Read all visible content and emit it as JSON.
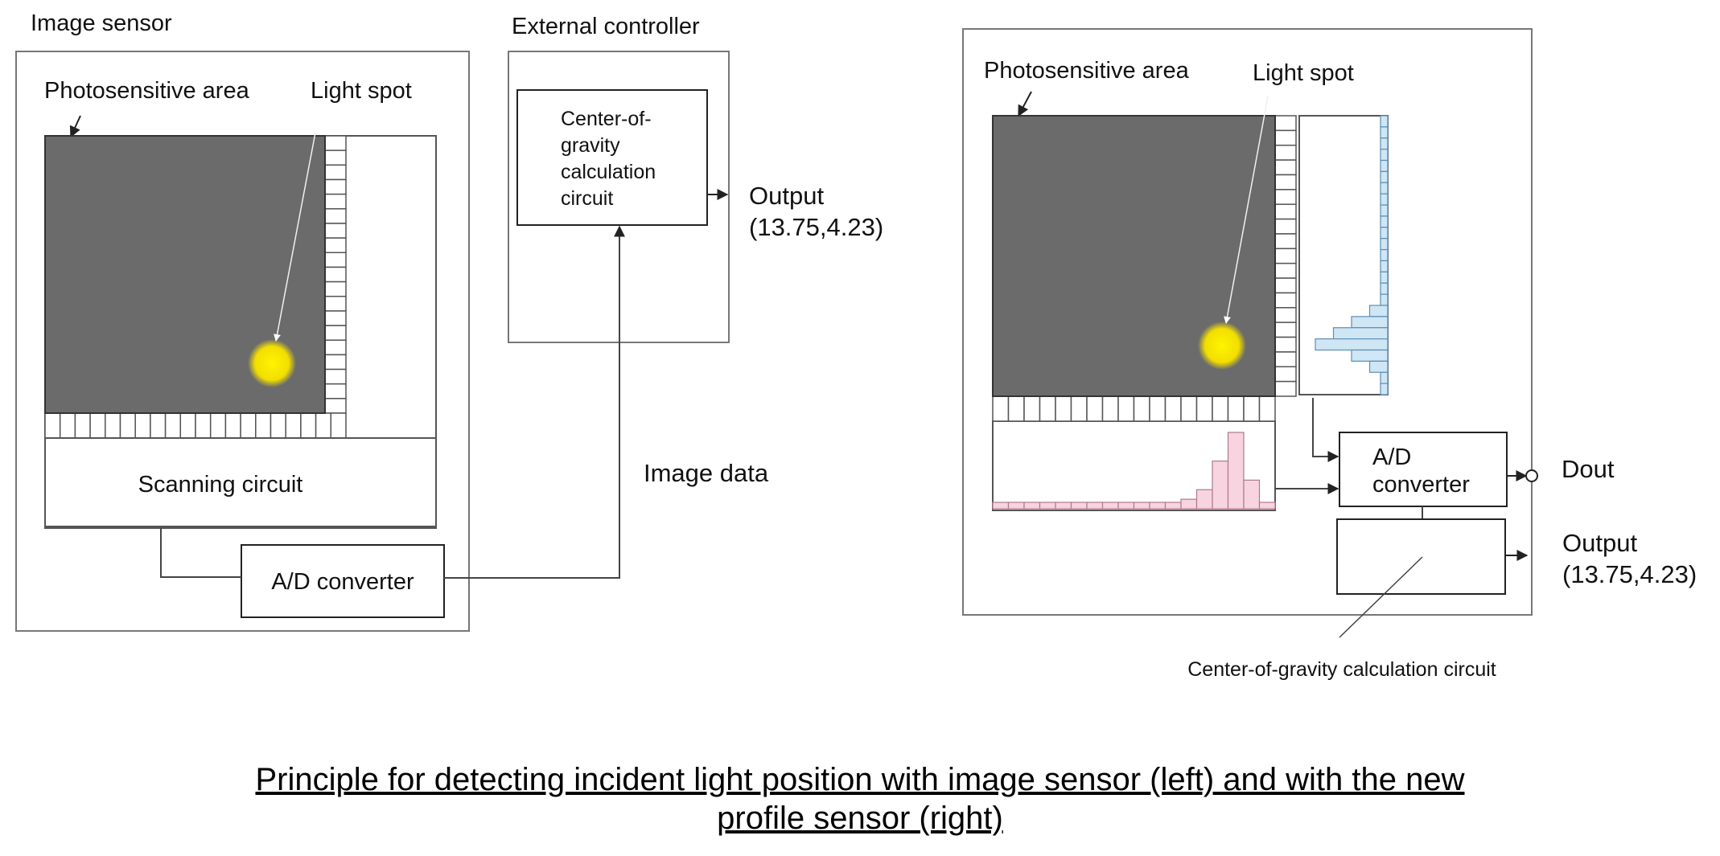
{
  "left": {
    "image_sensor_label": "Image sensor",
    "photosensitive_label": "Photosensitive area",
    "light_spot_label": "Light spot",
    "scanning_circuit_label": "Scanning circuit",
    "ad_converter_label": "A/D converter",
    "external_controller_label": "External controller",
    "cog_circuit_lines": [
      "Center-of-",
      "gravity",
      "calculation",
      "circuit"
    ],
    "output_label": "Output",
    "output_value": "(13.75,4.23)",
    "image_data_label": "Image data"
  },
  "right": {
    "photosensitive_label": "Photosensitive area",
    "light_spot_label": "Light spot",
    "ad_converter_lines": [
      "A/D",
      "converter"
    ],
    "dout_label": "Dout",
    "output_label": "Output",
    "output_value": "(13.75,4.23)",
    "cog_circuit_label": "Center-of-gravity calculation circuit",
    "column_profile": [
      0,
      0,
      0,
      0,
      0,
      0,
      0,
      0,
      0,
      0,
      0,
      0,
      1,
      2,
      5,
      8,
      3,
      0
    ],
    "row_profile": [
      0,
      0,
      0,
      0,
      0,
      0,
      0,
      0,
      0,
      0,
      0,
      0,
      0,
      0,
      0,
      0,
      0,
      1,
      2,
      3,
      4,
      2,
      1,
      0,
      0
    ]
  },
  "caption": {
    "line1": "Principle for detecting incident light position with image sensor (left) and with the new",
    "line2": "profile sensor (right)"
  },
  "colors": {
    "sensor_fill": "#6b6b6b",
    "light_spot": "#f5e600",
    "row_profile_fill": "#cfe6f5",
    "row_profile_stroke": "#5a8fb5",
    "column_profile_fill": "#f7d4e0",
    "column_profile_stroke": "#b07a8a"
  }
}
